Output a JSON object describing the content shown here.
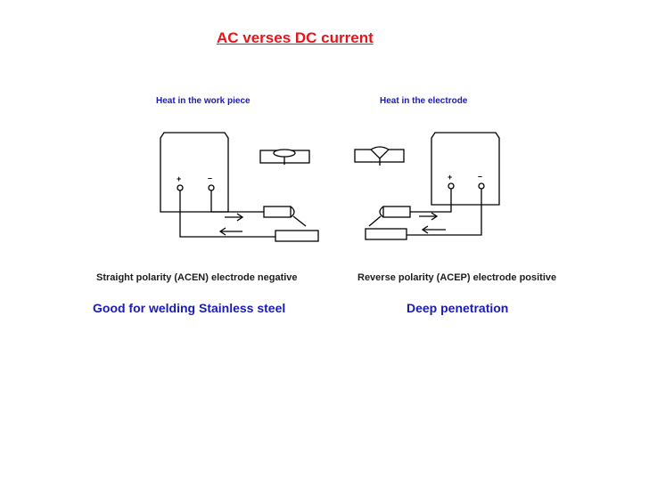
{
  "title": "AC verses DC current",
  "left": {
    "heat_label": "Heat in the work piece",
    "polarity_label": "Straight polarity (ACEN) electrode negative",
    "benefit_label": "Good for welding Stainless steel",
    "plus_sign": "+",
    "minus_sign": "–"
  },
  "right": {
    "heat_label": "Heat in the electrode",
    "polarity_label": "Reverse polarity (ACEP) electrode positive",
    "benefit_label": "Deep penetration",
    "plus_sign": "+",
    "minus_sign": "–"
  },
  "colors": {
    "title": "#e8141b",
    "blue_text": "#1a1ab8",
    "line": "#000000"
  }
}
